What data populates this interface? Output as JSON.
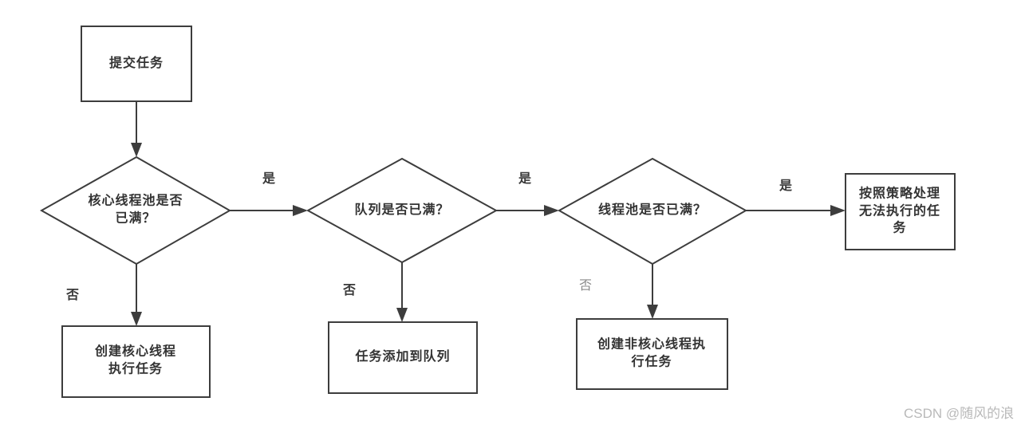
{
  "flowchart": {
    "title_hint": "thread-pool task submission flow",
    "nodes": {
      "submit_task": "提交任务",
      "core_pool_full": "核心线程池是否\n已满？",
      "queue_full": "队列是否已满？",
      "pool_full": "线程池是否已满？",
      "reject_policy": "按照策略处理\n无法执行的任\n务",
      "create_core_thread": "创建核心线程\n执行任务",
      "add_task_to_queue": "任务添加到队列",
      "create_noncore_thread": "创建非核心线程执\n行任务"
    },
    "edge_labels": {
      "yes": "是",
      "no": "否"
    },
    "colors": {
      "stroke": "#3d3d3d",
      "node_text": "#333333",
      "background": "#ffffff",
      "muted_label": "#8a8a8a"
    }
  },
  "watermark": {
    "text": "CSDN @随风的浪",
    "color": "#b9b9b9"
  }
}
